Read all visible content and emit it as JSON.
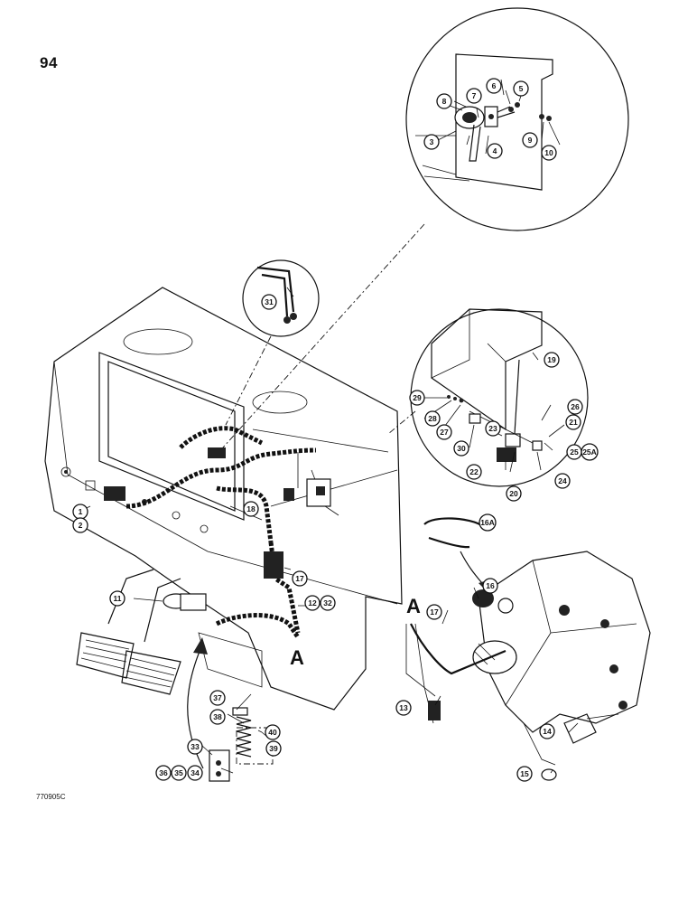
{
  "page": {
    "number": "94",
    "figure_code": "770905C"
  },
  "callouts": [
    {
      "label": "1"
    },
    {
      "label": "2"
    },
    {
      "label": "3"
    },
    {
      "label": "4"
    },
    {
      "label": "5"
    },
    {
      "label": "6"
    },
    {
      "label": "7"
    },
    {
      "label": "8"
    },
    {
      "label": "9"
    },
    {
      "label": "10"
    },
    {
      "label": "11"
    },
    {
      "label": "12"
    },
    {
      "label": "32"
    },
    {
      "label": "13"
    },
    {
      "label": "14"
    },
    {
      "label": "15"
    },
    {
      "label": "16"
    },
    {
      "label": "16A"
    },
    {
      "label": "17"
    },
    {
      "label": "17"
    },
    {
      "label": "18"
    },
    {
      "label": "19"
    },
    {
      "label": "20"
    },
    {
      "label": "21"
    },
    {
      "label": "22"
    },
    {
      "label": "23"
    },
    {
      "label": "24"
    },
    {
      "label": "25"
    },
    {
      "label": "25A"
    },
    {
      "label": "26"
    },
    {
      "label": "27"
    },
    {
      "label": "28"
    },
    {
      "label": "29"
    },
    {
      "label": "30"
    },
    {
      "label": "31"
    },
    {
      "label": "33"
    },
    {
      "label": "34"
    },
    {
      "label": "35"
    },
    {
      "label": "36"
    },
    {
      "label": "37"
    },
    {
      "label": "38"
    },
    {
      "label": "39"
    },
    {
      "label": "40"
    }
  ],
  "connector_letters": [
    "A",
    "A"
  ]
}
